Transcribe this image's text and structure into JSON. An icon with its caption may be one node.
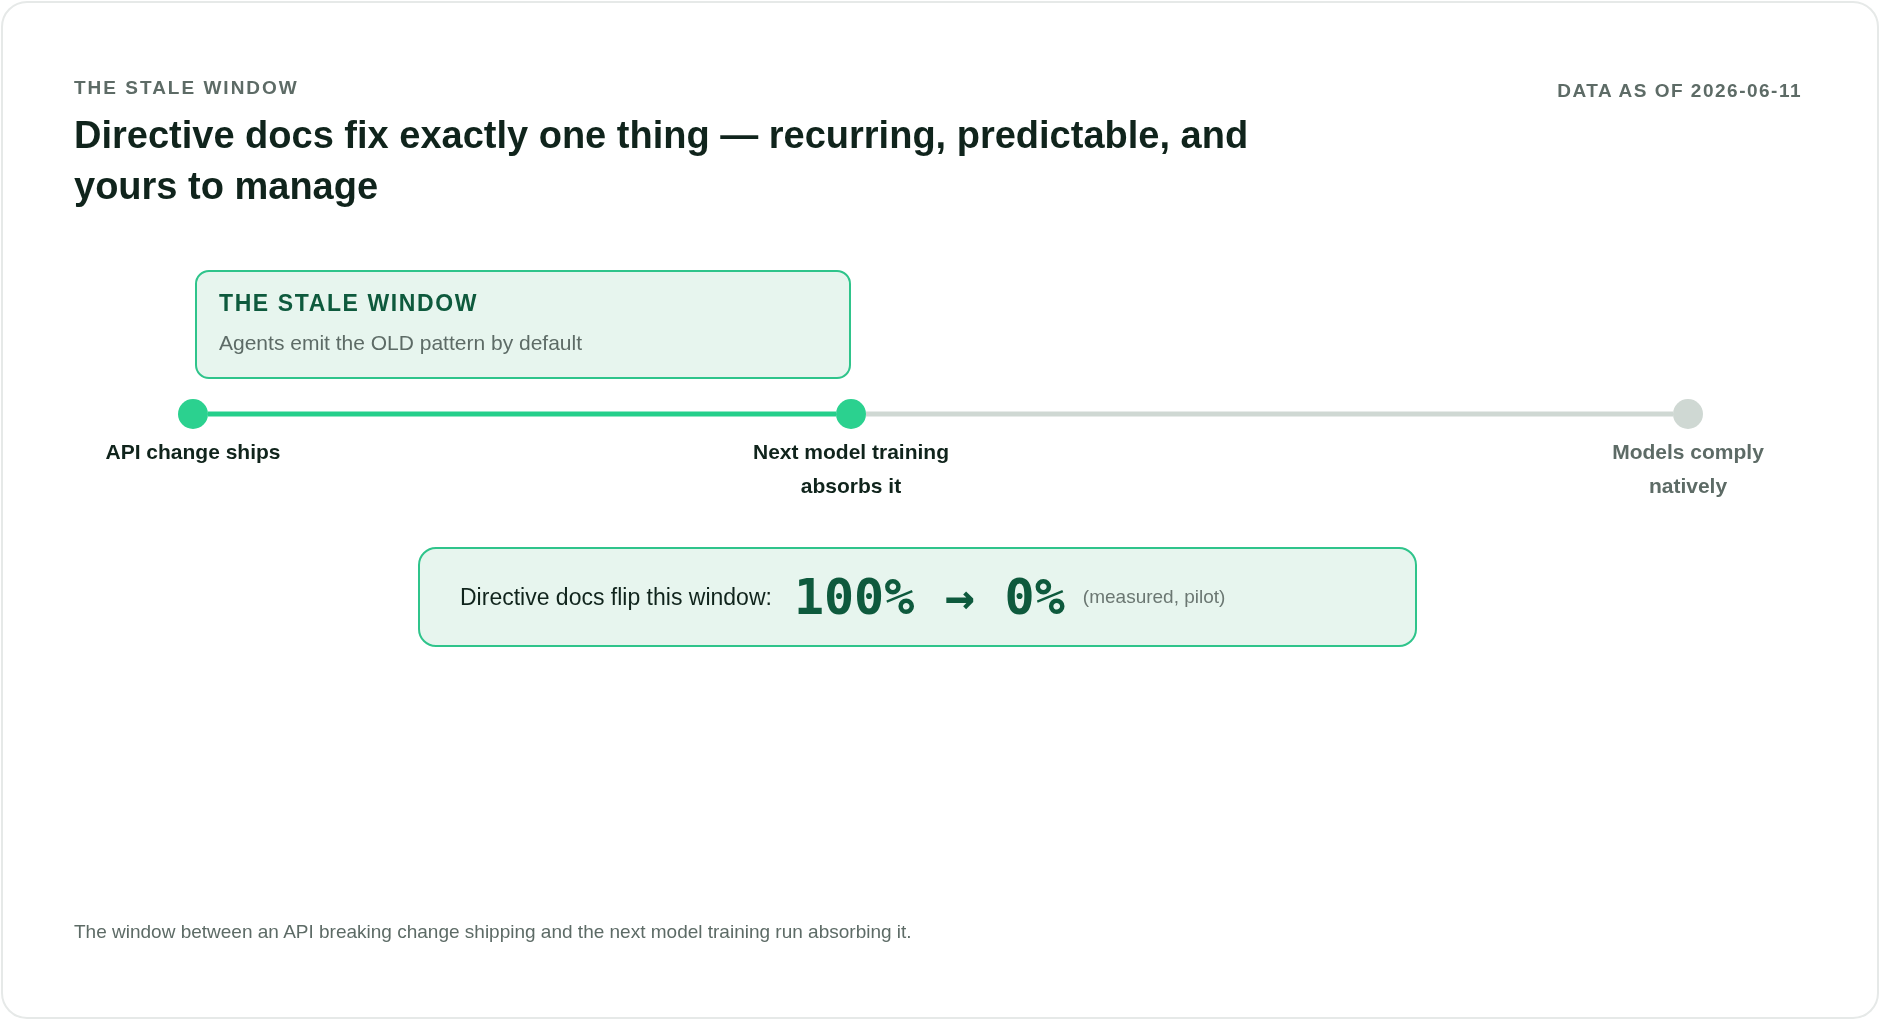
{
  "diagram": {
    "title": "Directive docs fix exactly one thing — recurring, predictable, and yours to manage",
    "caption": "The window between an API breaking change shipping and the next model training run absorbing it.",
    "nodes": [
      {
        "text": [
          "THE STALE WINDOW",
          "Agents emit the OLD pattern by default"
        ]
      },
      {
        "text": [],
        "shape": "circle",
        "beside": [
          "API change ships"
        ]
      },
      {
        "text": [],
        "shape": "circle",
        "beside": [
          "Next model training absorbs it"
        ]
      },
      {
        "text": [],
        "shape": "circle",
        "beside": [
          "Models comply natively"
        ]
      },
      {
        "text": [
          "Directive docs flip this window:",
          "100% → 0%",
          "(measured, pilot)"
        ]
      }
    ],
    "edges": [
      {
        "from": 1,
        "to": 2,
        "arrow": "none",
        "color": "#25cf8b"
      },
      {
        "from": 2,
        "to": 3,
        "arrow": "none",
        "color": "#cfd8d3"
      }
    ],
    "labels": [
      "THE STALE WINDOW",
      "DATA AS OF 2026-06-11"
    ]
  }
}
